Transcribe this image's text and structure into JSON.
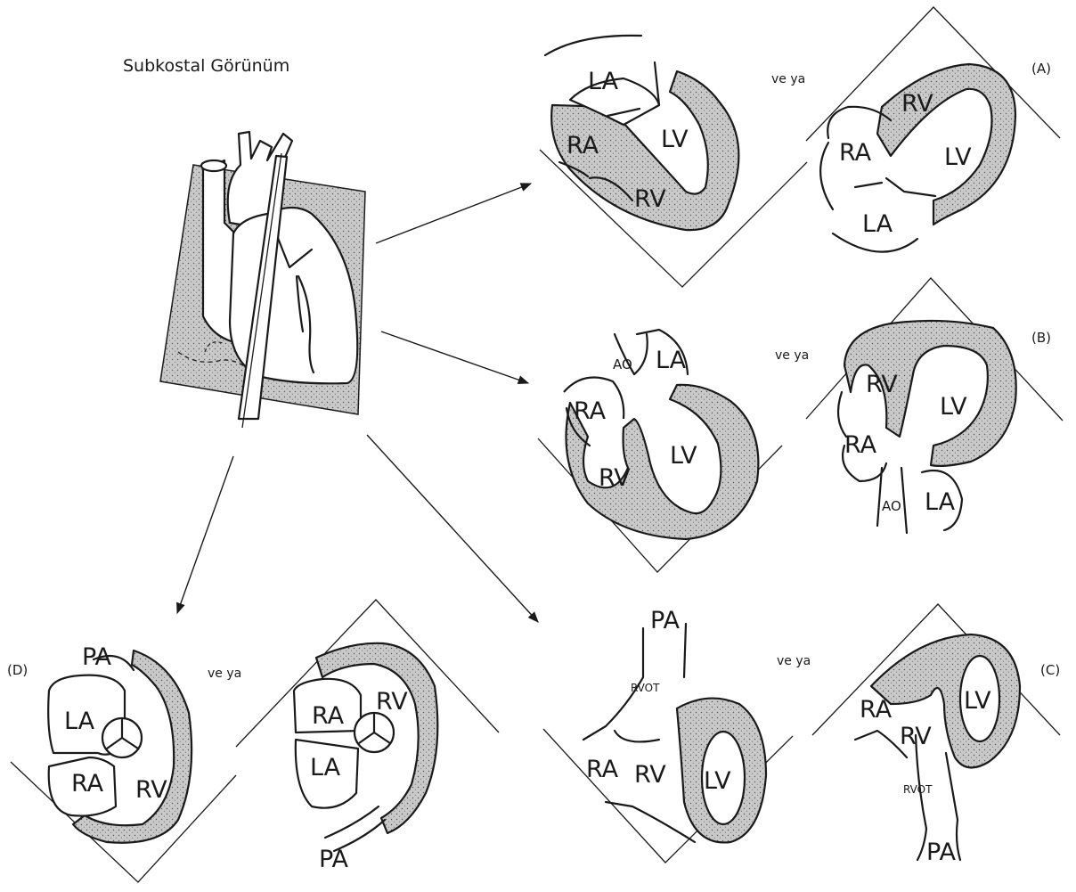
{
  "title": "Subkostal Görünüm",
  "connector": "ve ya",
  "panels": {
    "A": {
      "label": "(A)"
    },
    "B": {
      "label": "(B)"
    },
    "C": {
      "label": "(C)"
    },
    "D": {
      "label": "(D)"
    }
  },
  "chambers": {
    "la": "LA",
    "ra": "RA",
    "lv": "LV",
    "rv": "RV",
    "ao": "AO",
    "pa": "PA",
    "rvot": "RVOT"
  }
}
